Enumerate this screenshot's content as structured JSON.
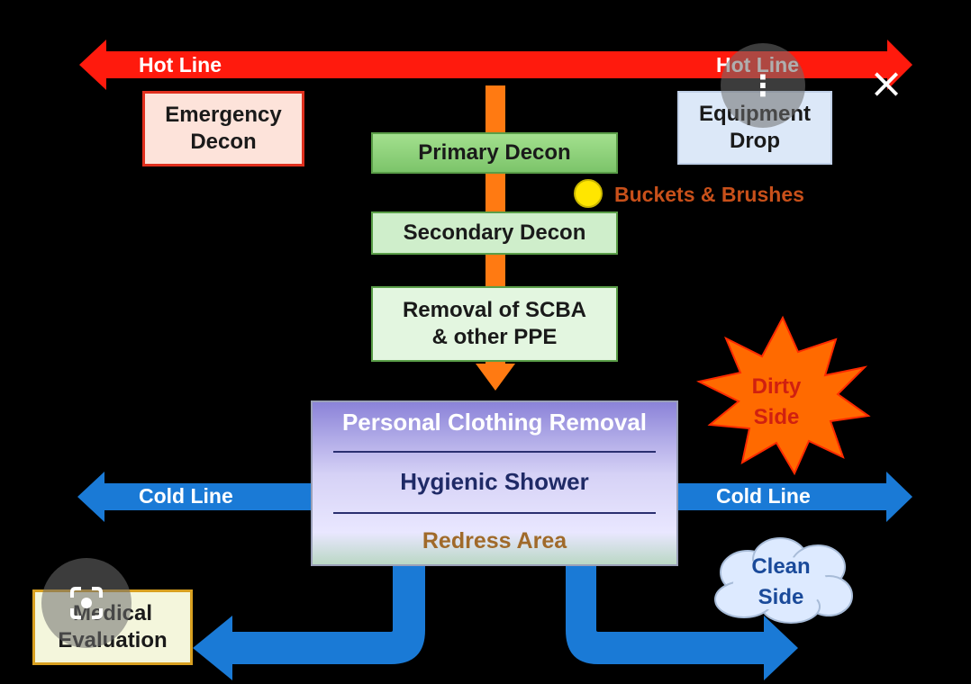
{
  "hot_line": {
    "left_label": "Hot Line",
    "right_label": "Hot Line"
  },
  "cold_line": {
    "left_label": "Cold Line",
    "right_label": "Cold Line"
  },
  "boxes": {
    "emergency_decon": "Emergency\nDecon",
    "equipment_drop": "Equipment\nDrop",
    "primary_decon": "Primary Decon",
    "secondary_decon": "Secondary Decon",
    "removal_scba": "Removal of SCBA\n& other PPE",
    "medical_evaluation": "Medical\nEvaluation"
  },
  "buckets_label": "Buckets & Brushes",
  "station": {
    "clothing_removal": "Personal Clothing Removal",
    "hygienic_shower": "Hygienic Shower",
    "redress_area": "Redress Area"
  },
  "dirty_side": {
    "line1": "Dirty",
    "line2": "Side"
  },
  "clean_side": {
    "line1": "Clean",
    "line2": "Side"
  },
  "colors": {
    "hot_line": "#ff1a0d",
    "cold_line": "#1a7ad6",
    "flow_arrow": "#ff7a12",
    "decon_box": "#8fd17d",
    "buckets_dot": "#ffe600",
    "buckets_text": "#c8501a",
    "dirty_burst": "#ff6a00"
  },
  "viewer_controls": {
    "close_icon": "×",
    "more_icon": "⋮",
    "lens_icon": "lens"
  }
}
